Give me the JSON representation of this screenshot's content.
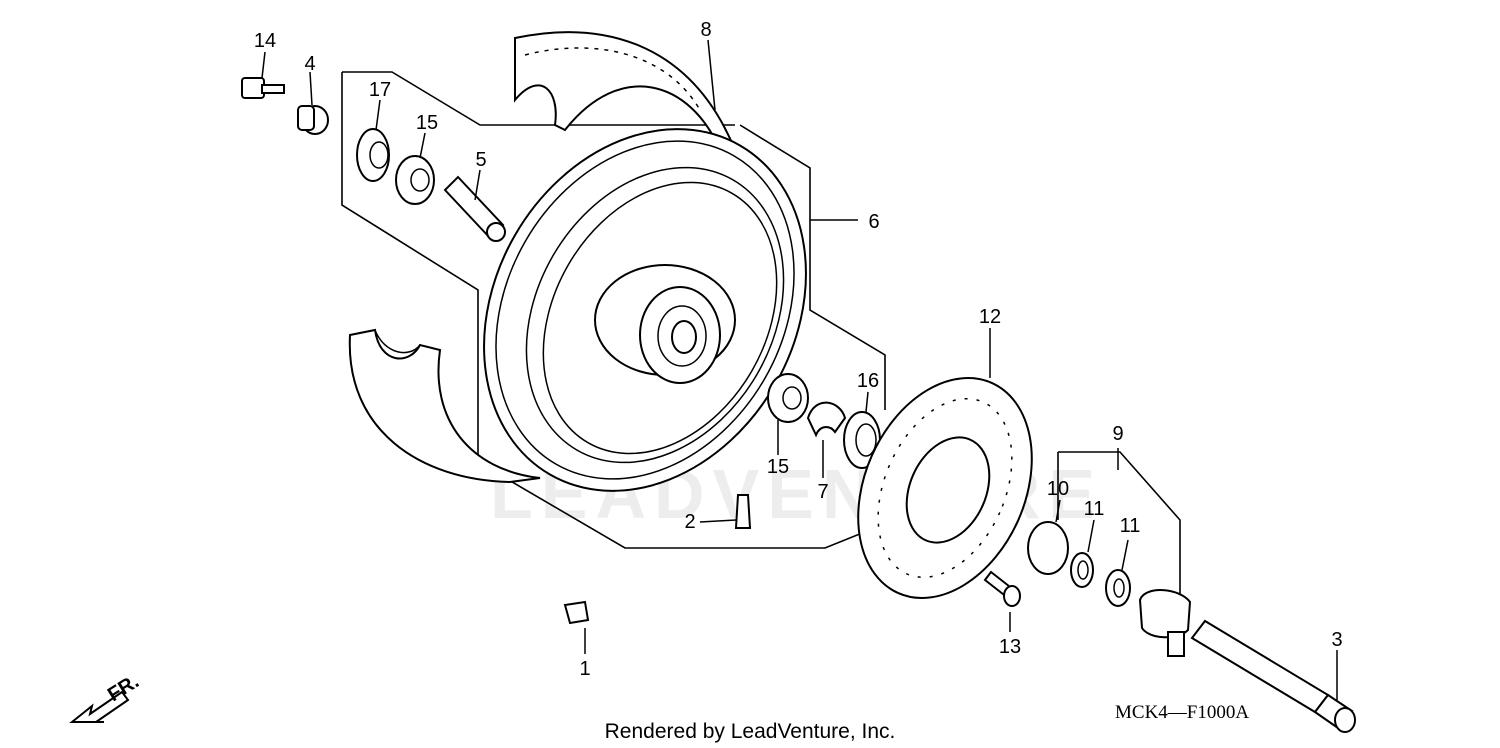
{
  "diagram": {
    "code": "MCK4—F1000A",
    "credit": "Rendered by LeadVenture, Inc.",
    "watermark": "LEADVENTURE",
    "direction_label": "FR.",
    "callouts": [
      {
        "id": "c1",
        "label": "1"
      },
      {
        "id": "c2",
        "label": "2"
      },
      {
        "id": "c3",
        "label": "3"
      },
      {
        "id": "c4",
        "label": "4"
      },
      {
        "id": "c5",
        "label": "5"
      },
      {
        "id": "c6",
        "label": "6"
      },
      {
        "id": "c7",
        "label": "7"
      },
      {
        "id": "c8",
        "label": "8"
      },
      {
        "id": "c9",
        "label": "9"
      },
      {
        "id": "c10",
        "label": "10"
      },
      {
        "id": "c11a",
        "label": "11"
      },
      {
        "id": "c11b",
        "label": "11"
      },
      {
        "id": "c12",
        "label": "12"
      },
      {
        "id": "c13",
        "label": "13"
      },
      {
        "id": "c14",
        "label": "14"
      },
      {
        "id": "c15a",
        "label": "15"
      },
      {
        "id": "c15b",
        "label": "15"
      },
      {
        "id": "c16",
        "label": "16"
      },
      {
        "id": "c17",
        "label": "17"
      }
    ]
  }
}
